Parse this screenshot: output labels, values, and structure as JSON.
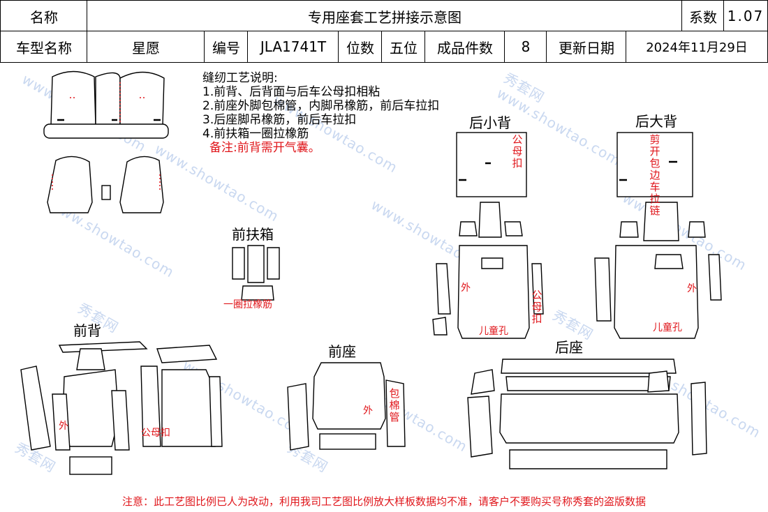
{
  "header": {
    "name_label": "名称",
    "title": "专用座套工艺拼接示意图",
    "coef_label": "系数",
    "coef_value": "1.07",
    "model_label": "车型名称",
    "model_value": "星愿",
    "code_label": "编号",
    "code_value": "JLA1741T",
    "seats_label": "位数",
    "seats_value": "五位",
    "pieces_label": "成品件数",
    "pieces_value": "8",
    "date_label": "更新日期",
    "date_value": "2024年11月29日"
  },
  "notes": {
    "title": "缝纫工艺说明:",
    "lines": [
      "1.前背、后背面与后车公母扣相粘",
      "2.前座外脚包棉管，内脚吊橡筋，前后车拉扣",
      "3.后座脚吊橡筋，前后车拉扣",
      "4.前扶箱一圈拉橡筋"
    ],
    "remark": "备注:前背需开气囊。"
  },
  "sections": {
    "front_armrest": "前扶箱",
    "front_back": "前背",
    "front_seat": "前座",
    "rear_small_back": "后小背",
    "rear_big_back": "后大背",
    "rear_seat": "后座"
  },
  "annotations": {
    "armrest_band": "一圈拉橡筋",
    "outer": "外",
    "snap": "公母扣",
    "foam_tube": "包棉管",
    "child_hole": "儿童孔",
    "zipper": "剪开包边车拉链"
  },
  "watermark": {
    "brand_cn": "秀套网",
    "url": "www.showtao.com"
  },
  "footer": "注意：此工艺图比例已人为改动，利用我司工艺图比例放大样板数据均不准，请客户不要购买号称秀套的盗版数据",
  "colors": {
    "accent_red": "#e0161b",
    "watermark": "#c9d8f0",
    "line": "#000000"
  }
}
